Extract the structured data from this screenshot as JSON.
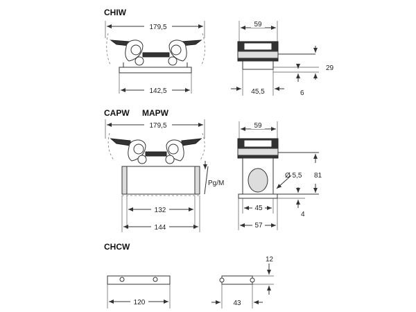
{
  "sections": {
    "chiw": {
      "title": "CHIW"
    },
    "capw": {
      "title": "CAPW",
      "title2": "MAPW"
    },
    "chcw": {
      "title": "CHCW"
    }
  },
  "dims": {
    "chiw_width_top": "179,5",
    "chiw_width_bottom": "142,5",
    "chiw_side_width": "59",
    "chiw_side_base": "45,5",
    "chiw_side_height": "29",
    "chiw_side_base_h": "6",
    "capw_width_top": "179,5",
    "capw_thread": "Pg/M",
    "capw_inner": "132",
    "capw_outer": "144",
    "capw_side_width": "59",
    "capw_hole": "Ø 5,5",
    "capw_height": "81",
    "capw_side_inner": "45",
    "capw_side_outer": "57",
    "capw_base_h": "4",
    "chcw_width": "120",
    "chcw_side_width": "43",
    "chcw_height": "12"
  },
  "colors": {
    "line": "#333333",
    "fill": "#dddddd"
  }
}
